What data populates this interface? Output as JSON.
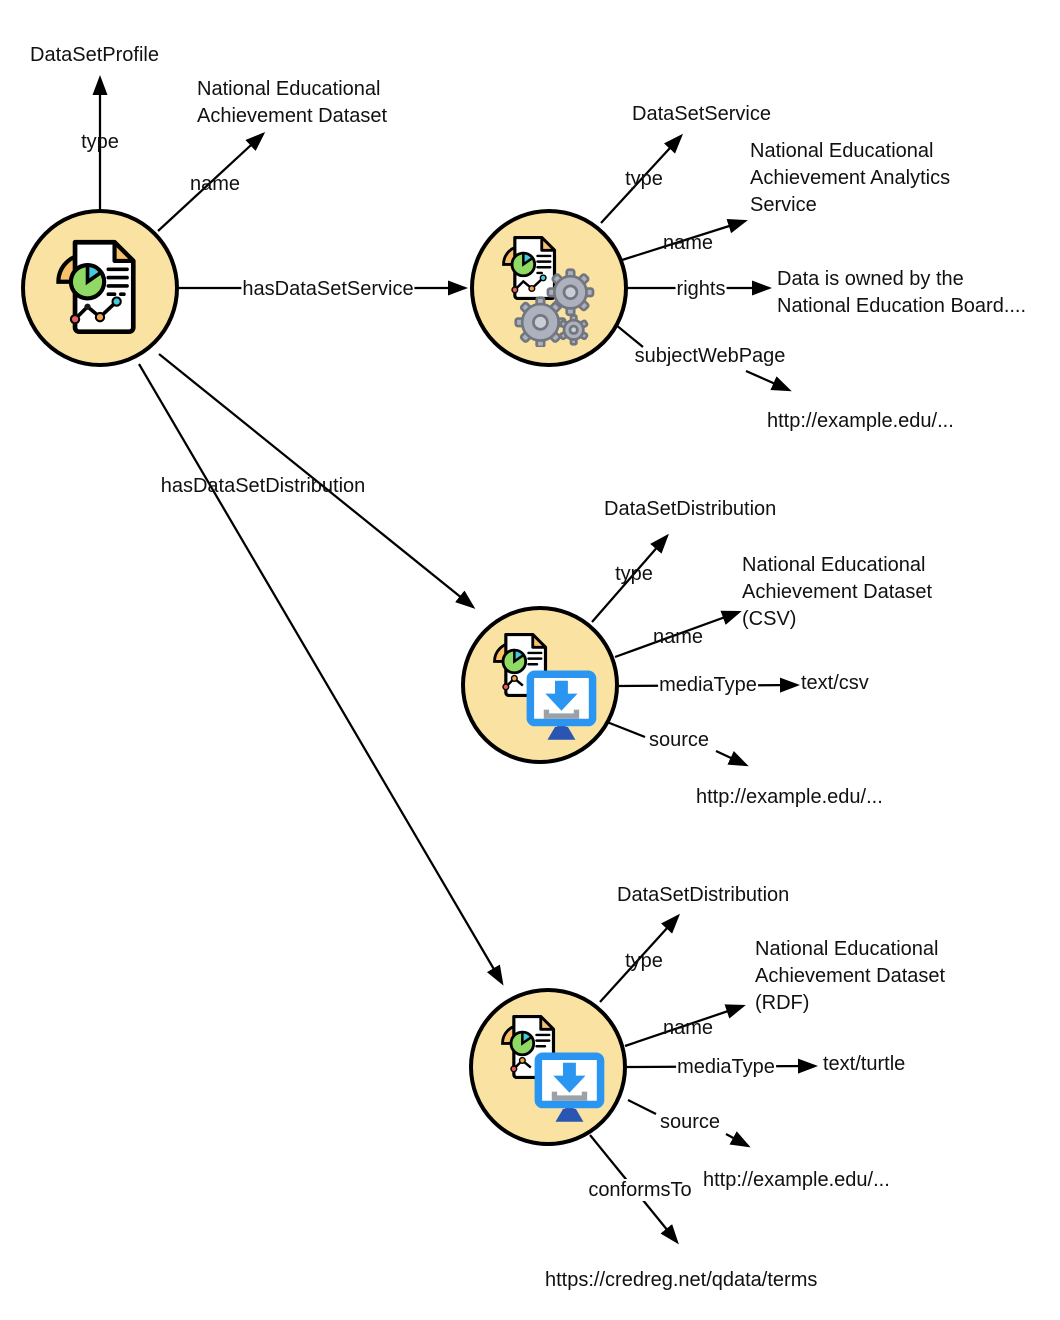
{
  "colors": {
    "node-fill": "#FAE3A2",
    "node-border": "#000000",
    "edge": "#000000",
    "text": "#111111",
    "icon-orange": "#F9C06B",
    "icon-green": "#8FD964",
    "icon-teal": "#45C9DB",
    "gear-gray": "#ACB1BD",
    "gear-edge": "#71767F",
    "gear-hole": "#C9CDD5",
    "monitor-blue": "#2B96F1",
    "monitor-stand": "#2A55B2",
    "dot-red": "#EA5D5F",
    "dot-orange": "#F2A44A"
  },
  "icons": {
    "profile": "report-chart-icon",
    "service": "report-chart-with-gears-icon",
    "distribution": "report-chart-with-download-monitor-icon"
  },
  "nodes": {
    "profile": {
      "type_label": "type",
      "type_value": "DataSetProfile",
      "name_label": "name",
      "name_value_lines": [
        "National Educational",
        "Achievement Dataset"
      ],
      "has_service_label": "hasDataSetService",
      "has_distribution_label": "hasDataSetDistribution"
    },
    "service": {
      "type_label": "type",
      "type_value": "DataSetService",
      "name_label": "name",
      "name_value_lines": [
        "National Educational",
        "Achievement Analytics",
        "Service"
      ],
      "rights_label": "rights",
      "rights_value_lines": [
        "Data is owned by the",
        "National Education Board...."
      ],
      "subject_web_page_label": "subjectWebPage",
      "subject_web_page_value": "http://example.edu/..."
    },
    "distribution_csv": {
      "type_label": "type",
      "type_value": "DataSetDistribution",
      "name_label": "name",
      "name_value_lines": [
        "National Educational",
        "Achievement Dataset",
        "(CSV)"
      ],
      "media_type_label": "mediaType",
      "media_type_value": "text/csv",
      "source_label": "source",
      "source_value": "http://example.edu/..."
    },
    "distribution_rdf": {
      "type_label": "type",
      "type_value": "DataSetDistribution",
      "name_label": "name",
      "name_value_lines": [
        "National Educational",
        "Achievement Dataset",
        "(RDF)"
      ],
      "media_type_label": "mediaType",
      "media_type_value": "text/turtle",
      "source_label": "source",
      "source_value": "http://example.edu/...",
      "conforms_to_label": "conformsTo",
      "conforms_to_value": "https://credreg.net/qdata/terms"
    }
  }
}
